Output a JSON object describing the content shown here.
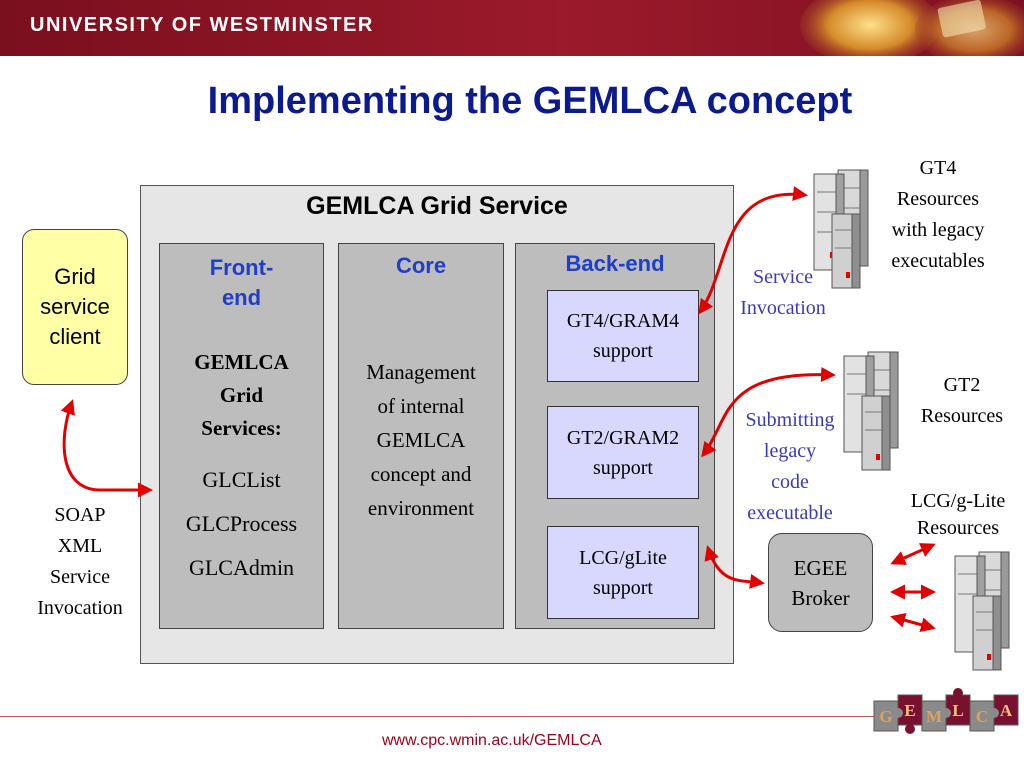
{
  "header": {
    "university": "UNIVERSITY OF WESTMINSTER",
    "title": "Implementing the GEMLCA concept"
  },
  "client": {
    "lines": [
      "Grid",
      "service",
      "client"
    ]
  },
  "soap": {
    "lines": [
      "SOAP",
      "XML",
      "Service",
      "Invocation"
    ]
  },
  "service": {
    "title": "GEMLCA Grid Service",
    "frontend": {
      "head_lines": [
        "Front-",
        "end"
      ],
      "services_title_lines": [
        "GEMLCA",
        "Grid",
        "Services:"
      ],
      "items": [
        "GLCList",
        "GLCProcess",
        "GLCAdmin"
      ]
    },
    "core": {
      "head": "Core",
      "desc_lines": [
        "Management",
        "of internal",
        "GEMLCA",
        "concept and",
        "environment"
      ]
    },
    "backend": {
      "head": "Back-end",
      "boxes": [
        {
          "lines": [
            "GT4/GRAM4",
            "support"
          ]
        },
        {
          "lines": [
            "GT2/GRAM2",
            "support"
          ]
        },
        {
          "lines": [
            "LCG/gLite",
            "support"
          ]
        }
      ]
    }
  },
  "labels": {
    "service_invocation": [
      "Service",
      "Invocation"
    ],
    "submitting": [
      "Submitting",
      "legacy",
      "code",
      "executable"
    ],
    "gt4_resources": [
      "GT4",
      "Resources",
      "with legacy",
      "executables"
    ],
    "gt2_resources": [
      "GT2",
      "Resources"
    ],
    "lcg_resources": [
      "LCG/g-Lite",
      "Resources"
    ]
  },
  "broker": {
    "lines": [
      "EGEE",
      "Broker"
    ]
  },
  "footer": {
    "url": "www.cpc.wmin.ac.uk/GEMLCA",
    "logo_letters": [
      "G",
      "E",
      "M",
      "L",
      "C",
      "A"
    ]
  },
  "colors": {
    "banner": "#8a1424",
    "title": "#0b1a8c",
    "column_head": "#1f3ec9",
    "arrow": "#e00000",
    "client_fill": "#ffffa6",
    "backend_box_fill": "#d8d8ff"
  }
}
